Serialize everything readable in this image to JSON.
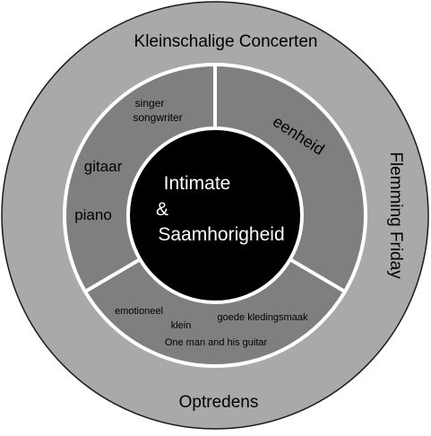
{
  "center": {
    "line1": "Intimate",
    "line2": "&",
    "line3": "Saamhorigheid",
    "color": "#000000",
    "text_color": "#ffffff"
  },
  "outer_ring": {
    "color": "#a9a9a9",
    "stroke": "#1a1a1a",
    "top_label": "Kleinschalige Concerten",
    "right_label": "Flemming Friday",
    "bottom_label": "Optredens"
  },
  "inner_ring": {
    "segment_color": "#7f7f7f",
    "divider_color": "#ffffff",
    "left_segment": {
      "terms": [
        "singer",
        "songwriter",
        "gitaar",
        "piano"
      ]
    },
    "right_segment": {
      "terms": [
        "eenheid"
      ]
    },
    "bottom_segment": {
      "terms": [
        "emotioneel",
        "klein",
        "goede kledingsmaak",
        "One man and his guitar"
      ]
    }
  }
}
